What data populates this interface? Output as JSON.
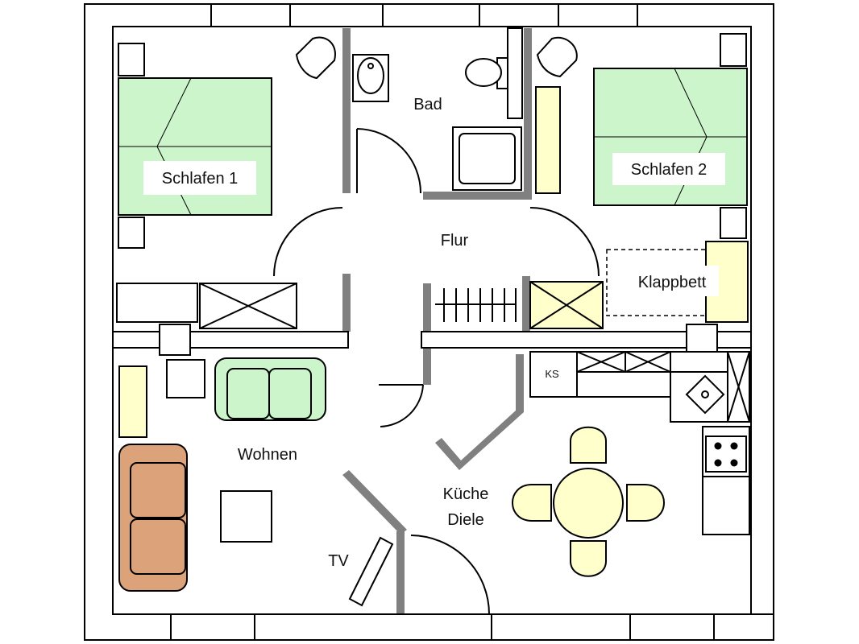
{
  "rooms": {
    "schlafen1": "Schlafen 1",
    "bad": "Bad",
    "schlafen2": "Schlafen 2",
    "flur": "Flur",
    "klappbett": "Klappbett",
    "wohnen": "Wohnen",
    "kueche_line1": "Küche",
    "kueche_line2": "Diele",
    "tv": "TV",
    "ks": "KS"
  },
  "colors": {
    "bed": "#ccf5cc",
    "sofa_orange": "#dca27a",
    "furniture_yellow": "#ffffcc",
    "wall": "#808080",
    "outline": "#000000"
  }
}
